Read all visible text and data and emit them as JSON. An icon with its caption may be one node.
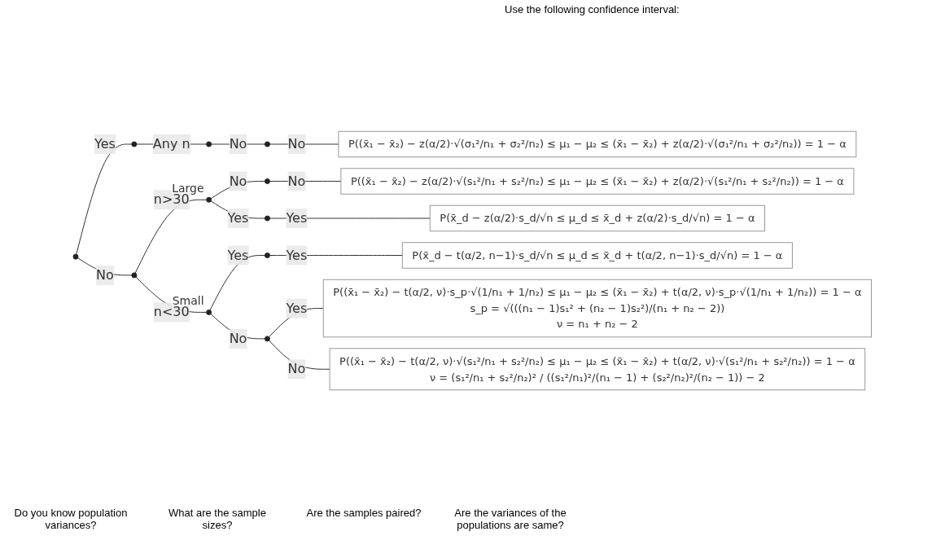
{
  "diagram": {
    "nodes": [
      {
        "text": [],
        "shape": "circle"
      },
      {
        "text": [],
        "shape": "circle"
      },
      {
        "text": [],
        "shape": "circle"
      },
      {
        "text": [],
        "shape": "circle"
      },
      {
        "text": [
          "P((x̄₁ − x̄₂) − z(α/2)·√(σ₁²/n₁ + σ₂²/n₂) ≤ μ₁ − μ₂ ≤ (x̄₁ − x̄₂) + z(α/2)·√(σ₁²/n₁ + σ₂²/n₂)) = 1 − α"
        ]
      },
      {
        "text": [],
        "shape": "circle"
      },
      {
        "text": [],
        "shape": "circle",
        "beside": [
          "Large"
        ]
      },
      {
        "text": [],
        "shape": "circle"
      },
      {
        "text": [
          "P((x̄₁ − x̄₂) − z(α/2)·√(s₁²/n₁ + s₂²/n₂) ≤ μ₁ − μ₂ ≤ (x̄₁ − x̄₂) + z(α/2)·√(s₁²/n₁ + s₂²/n₂)) = 1 − α"
        ]
      },
      {
        "text": [],
        "shape": "circle"
      },
      {
        "text": [
          "P(x̄_d − z(α/2)·s_d/√n ≤ μ_d ≤ x̄_d + z(α/2)·s_d/√n) = 1 − α"
        ]
      },
      {
        "text": [],
        "shape": "circle",
        "beside": [
          "Small"
        ]
      },
      {
        "text": [],
        "shape": "circle"
      },
      {
        "text": [
          "P(x̄_d − t(α/2, n−1)·s_d/√n ≤ μ_d ≤ x̄_d + t(α/2, n−1)·s_d/√n) = 1 − α"
        ]
      },
      {
        "text": [],
        "shape": "circle"
      },
      {
        "text": [
          "P((x̄₁ − x̄₂) − t(α/2, ν)·s_p·√(1/n₁ + 1/n₂) ≤ μ₁ − μ₂ ≤ (x̄₁ − x̄₂) + t(α/2, ν)·s_p·√(1/n₁ + 1/n₂)) = 1 − α",
          "s_p = √(((n₁ − 1)s₁² + (n₂ − 1)s₂²)/(n₁ + n₂ − 2))",
          "ν = n₁ + n₂ − 2"
        ]
      },
      {
        "text": [
          "P((x̄₁ − x̄₂) − t(α/2, ν)·√(s₁²/n₁ + s₂²/n₂) ≤ μ₁ − μ₂ ≤ (x̄₁ − x̄₂) + t(α/2, ν)·√(s₁²/n₁ + s₂²/n₂)) = 1 − α",
          "ν = (s₁²/n₁ + s₂²/n₂)² / ((s₁²/n₁)²/(n₁ − 1) + (s₂²/n₂)²/(n₂ − 1)) − 2"
        ]
      }
    ],
    "edges": [
      {
        "from": 0,
        "to": 1,
        "arrow": "none",
        "label": "Yes"
      },
      {
        "from": 1,
        "to": 2,
        "arrow": "none",
        "label": "Any n"
      },
      {
        "from": 2,
        "to": 3,
        "arrow": "none",
        "label": "No"
      },
      {
        "from": 3,
        "to": 4,
        "arrow": "none",
        "label": "No"
      },
      {
        "from": 0,
        "to": 5,
        "arrow": "none",
        "label": "No"
      },
      {
        "from": 5,
        "to": 6,
        "arrow": "none",
        "label": "n>30"
      },
      {
        "from": 6,
        "to": 7,
        "arrow": "none",
        "label": "No"
      },
      {
        "from": 7,
        "to": 8,
        "arrow": "none",
        "label": "No"
      },
      {
        "from": 6,
        "to": 9,
        "arrow": "none",
        "label": "Yes"
      },
      {
        "from": 9,
        "to": 10,
        "arrow": "none",
        "label": "Yes"
      },
      {
        "from": 5,
        "to": 11,
        "arrow": "none",
        "label": "n<30"
      },
      {
        "from": 11,
        "to": 12,
        "arrow": "none",
        "label": "Yes"
      },
      {
        "from": 12,
        "to": 13,
        "arrow": "none",
        "label": "Yes"
      },
      {
        "from": 11,
        "to": 14,
        "arrow": "none",
        "label": "No"
      },
      {
        "from": 14,
        "to": 15,
        "arrow": "none",
        "label": "Yes"
      },
      {
        "from": 14,
        "to": 16,
        "arrow": "none",
        "label": "No"
      }
    ],
    "labels": [
      "Use the following confidence interval:",
      "Do you know population variances?",
      "What are the sample sizes?",
      "Are the samples paired?",
      "Are the variances of the populations are same?"
    ]
  }
}
